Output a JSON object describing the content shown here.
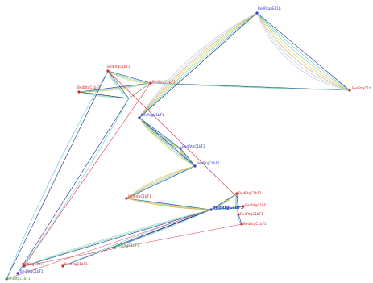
{
  "colors": {
    "background": "#ffffff",
    "node_blue": "#2a3fd0",
    "node_red": "#d0282c",
    "node_green": "#3a9a3a",
    "edge_palette": [
      "#1b2a7a",
      "#5cc8d8",
      "#88d39a",
      "#e2d24a",
      "#e0a23a",
      "#9bd7e8",
      "#c8b6e0"
    ],
    "edge_red": "#dd3a46",
    "edge_dark": "#2a2a40"
  },
  "nodes": [
    {
      "id": "n_top",
      "label": "BedRtgAEF1b",
      "color": "blue"
    },
    {
      "id": "n_right",
      "label": "BedRtgC1b",
      "color": "red"
    },
    {
      "id": "n_ul",
      "label": "BedRtgC1bF1",
      "color": "red"
    },
    {
      "id": "n_lft",
      "label": "BedRtgC1bF1",
      "color": "red"
    },
    {
      "id": "n_midr",
      "label": "BedRtgC1bF1",
      "color": "red"
    },
    {
      "id": "n_mid",
      "label": "BedRtgC1bF1",
      "color": "blue"
    },
    {
      "id": "n_m2",
      "label": "BedRtgC1bF1",
      "color": "blue"
    },
    {
      "id": "n_m3",
      "label": "BedRtgC1bF1",
      "color": "blue"
    },
    {
      "id": "n_m4",
      "label": "BedRtgC1bF1",
      "color": "red"
    },
    {
      "id": "n_cl1",
      "label": "BedRtgC1bF1",
      "color": "blue"
    },
    {
      "id": "n_cl2",
      "label": "BedRtgC1bF1",
      "color": "red"
    },
    {
      "id": "n_cl3",
      "label": "BedRtgC1bF1",
      "color": "red"
    },
    {
      "id": "n_cl4",
      "label": "BedRtgC1bF1",
      "color": "red"
    },
    {
      "id": "n_grn",
      "label": "BedRtgC1bF1",
      "color": "green"
    },
    {
      "id": "n_bl1",
      "label": "BedRtgC1bF1",
      "color": "red"
    },
    {
      "id": "n_bl2",
      "label": "BedRtgC1bF1",
      "color": "red"
    },
    {
      "id": "n_bl3",
      "label": "BedRtgC1bF1",
      "color": "blue"
    },
    {
      "id": "n_bl4",
      "label": "BedRtgC1bF1",
      "color": "green"
    },
    {
      "id": "n_bl5",
      "label": "BedRtgC1bF1",
      "color": "red"
    }
  ]
}
